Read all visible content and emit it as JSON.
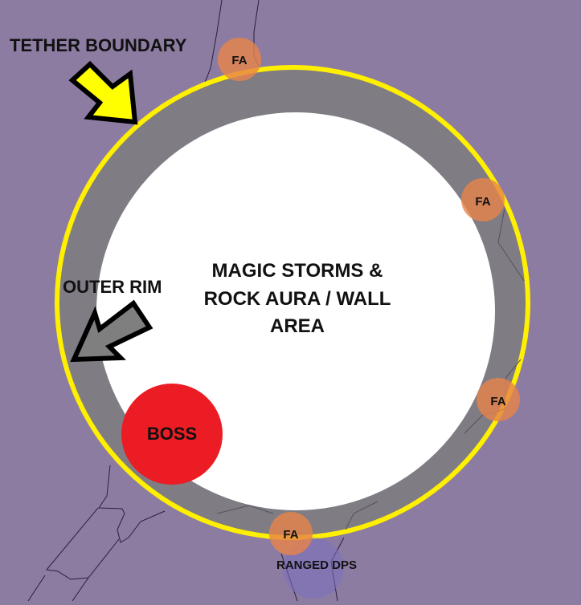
{
  "colors": {
    "background": "#8d7ca2",
    "tether": "#ffef00",
    "rim": "#7f7c84",
    "inner": "#ffffff",
    "boss": "#ec1c24",
    "fa": "#e9834a",
    "ranged": "#7a6fbf",
    "tether_arrow": "#ffff00",
    "rim_arrow": "#7f7f7f"
  },
  "labels": {
    "tether_boundary": "TETHER BOUNDARY",
    "outer_rim": "OUTER RIM",
    "center_line1": "MAGIC STORMS &",
    "center_line2": "ROCK AURA / WALL",
    "center_line3": "AREA",
    "boss": "BOSS",
    "ranged": "RANGED DPS"
  },
  "fa_markers": [
    {
      "label": "FA"
    },
    {
      "label": "FA"
    },
    {
      "label": "FA"
    },
    {
      "label": "FA"
    }
  ],
  "icons": {
    "tether_arrow": "arrow-down-right-icon",
    "rim_arrow": "arrow-down-left-icon"
  }
}
